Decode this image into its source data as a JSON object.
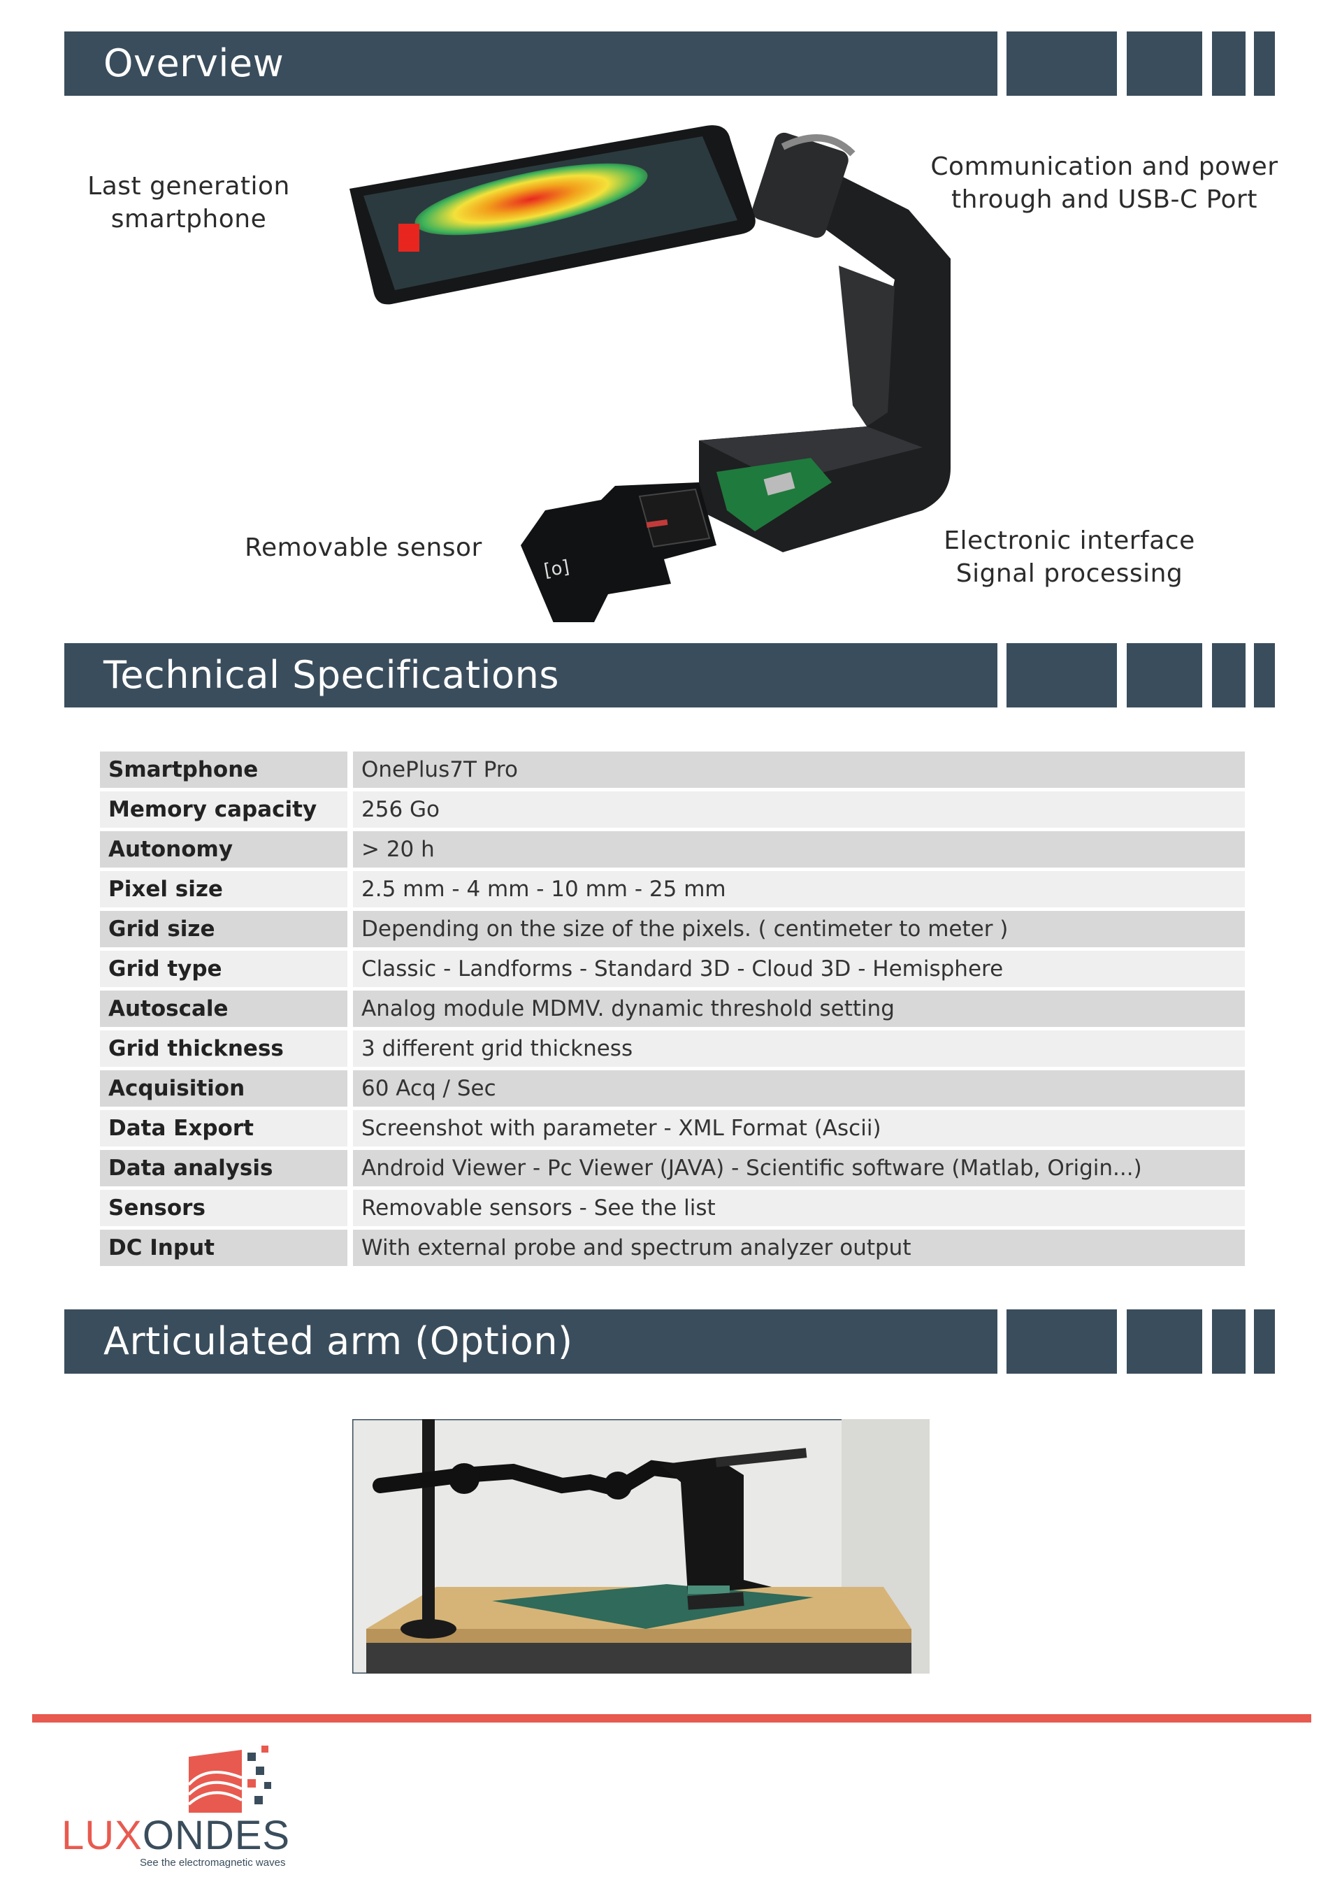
{
  "overview": {
    "title": "Overview",
    "labels": {
      "smartphone": [
        "Last generation",
        "smartphone"
      ],
      "communication": [
        "Communication and power",
        "through and USB-C Port"
      ],
      "sensor": "Removable sensor",
      "electronic": [
        "Electronic interface",
        "Signal processing"
      ]
    }
  },
  "specs": {
    "title": "Technical Specifications",
    "rows": [
      {
        "key": "Smartphone",
        "value": "OnePlus7T Pro"
      },
      {
        "key": "Memory capacity",
        "value": "256 Go"
      },
      {
        "key": "Autonomy",
        "value": "> 20 h"
      },
      {
        "key": "Pixel size",
        "value": "2.5 mm - 4 mm - 10 mm - 25 mm"
      },
      {
        "key": "Grid size",
        "value": "Depending on the size of the pixels. ( centimeter to meter )"
      },
      {
        "key": "Grid type",
        "value": "Classic - Landforms - Standard 3D - Cloud 3D - Hemisphere"
      },
      {
        "key": "Autoscale",
        "value": "Analog module MDMV. dynamic threshold setting"
      },
      {
        "key": "Grid thickness",
        "value": "3 different grid thickness"
      },
      {
        "key": "Acquisition",
        "value": "60 Acq / Sec"
      },
      {
        "key": "Data Export",
        "value": "Screenshot with parameter - XML Format (Ascii)"
      },
      {
        "key": "Data analysis",
        "value": "Android Viewer - Pc Viewer (JAVA) - Scientific software (Matlab, Origin...)"
      },
      {
        "key": "Sensors",
        "value": "Removable sensors - See the list"
      },
      {
        "key": "DC Input",
        "value": "With external probe and spectrum analyzer output"
      }
    ]
  },
  "arm": {
    "title": "Articulated arm (Option)"
  },
  "brand": {
    "name_lux": "LUX",
    "name_ondes": "ONDES",
    "tagline": "See the electromagnetic waves"
  },
  "colors": {
    "band": "#3a4d5c",
    "accent": "#e85a4f"
  }
}
